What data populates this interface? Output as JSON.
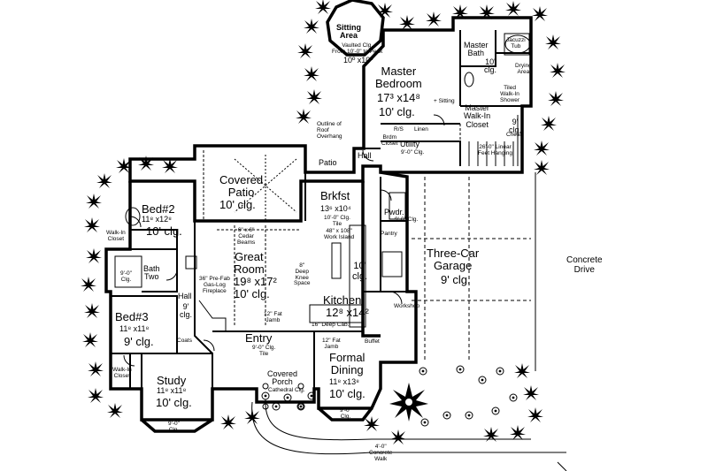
{
  "plan": {
    "rooms": [
      {
        "key": "sitting",
        "name": "Sitting\nArea",
        "note": "Vaulted Clg.\nFrom 10'-0\" to Peak",
        "size": "10º x10º"
      },
      {
        "key": "master_bedroom",
        "name": "Master\nBedroom",
        "size": "17³ x14⁸",
        "size_note": "+ Sitting",
        "ceiling": "10' clg."
      },
      {
        "key": "master_bath",
        "name": "Master\nBath",
        "ceiling": "10'\nclg."
      },
      {
        "key": "master_closet",
        "name": "Master\nWalk-In\nCloset",
        "ceiling": "9'\nclg."
      },
      {
        "key": "covered_patio",
        "name": "Covered\nPatio",
        "ceiling": "10' clg."
      },
      {
        "key": "patio",
        "name": "Patio"
      },
      {
        "key": "hall_top",
        "name": "Hall"
      },
      {
        "key": "brkfst",
        "name": "Brkfst",
        "size": "13⁶ x10⁴",
        "note": "10'-0\" Clg.\nTile"
      },
      {
        "key": "utility",
        "name": "Utility",
        "note": "9'-0\" Clg."
      },
      {
        "key": "pwdr",
        "name": "Pwdr.",
        "note": "9'-0\" Clg."
      },
      {
        "key": "bed2",
        "name": "Bed#2",
        "size": "11⁸ x12⁸",
        "ceiling": "10' clg."
      },
      {
        "key": "great_room",
        "name": "Great\nRoom",
        "size": "19⁸ x17²",
        "ceiling": "10' clg."
      },
      {
        "key": "kitchen",
        "name": "Kitchen",
        "size": "12⁸ x14²"
      },
      {
        "key": "garage",
        "name": "Three-Car\nGarage",
        "ceiling": "9' clg."
      },
      {
        "key": "bath_two",
        "name": "Bath\nTwo",
        "note": "9'-0\"\nClg."
      },
      {
        "key": "hall_left",
        "name": "Hall",
        "ceiling": "9'\nclg."
      },
      {
        "key": "bed3",
        "name": "Bed#3",
        "size": "11⁸ x11⁸",
        "ceiling": "9' clg."
      },
      {
        "key": "entry",
        "name": "Entry",
        "note": "9'-0\" Clg.\nTile"
      },
      {
        "key": "study",
        "name": "Study",
        "size": "11⁸ x11⁸",
        "ceiling": "10' clg."
      },
      {
        "key": "covered_porch",
        "name": "Covered\nPorch",
        "note": "Cathedral Clg."
      },
      {
        "key": "formal_dining",
        "name": "Formal\nDining",
        "size": "11⁸ x13⁸",
        "ceiling": "10' clg."
      }
    ],
    "notes": {
      "outline_roof": "Outline of\nRoof\nOverhang",
      "walkin_closet_top": "Walk-In\nCloset",
      "walkin_closet_bottom": "Walk-In\nCloset",
      "beams": "6\" x 6\"\nCedar\nBeams",
      "island": "48\" x 108\"\nWork Island",
      "knee_space": "8\"\nDeep\nKnee\nSpace",
      "kitchen_ceiling": "10'\nclg.",
      "fireplace": "36\" Pre-Fab\nGas-Log\nFireplace",
      "fat_jamb_great": "12\" Fat\nJamb",
      "deep_cab": "16\" Deep Cab.",
      "fat_jamb_dining": "12\" Fat\nJamb",
      "buffet": "Buffet",
      "workshop": "Workshop",
      "pantry": "Pantry",
      "coats": "Coats",
      "linen": "Linen",
      "rs": "R/S",
      "brdm_closet": "Brdm\nCloset",
      "cheat": "Cheat",
      "linear_hanging": "26'-0\" Linear\nFeet Hanging",
      "drying_area": "Drying\nArea",
      "jacuzzi": "Jacuzzi\nTub",
      "shower": "Tiled\nWalk-In\nShower",
      "study_bay": "9'-0\"\nClg.",
      "dining_bay": "9'-0\"\nClg.",
      "sidewalk": "4'-0\"\nConcrete\nWalk",
      "concrete_drive": "Concrete\nDrive"
    }
  }
}
